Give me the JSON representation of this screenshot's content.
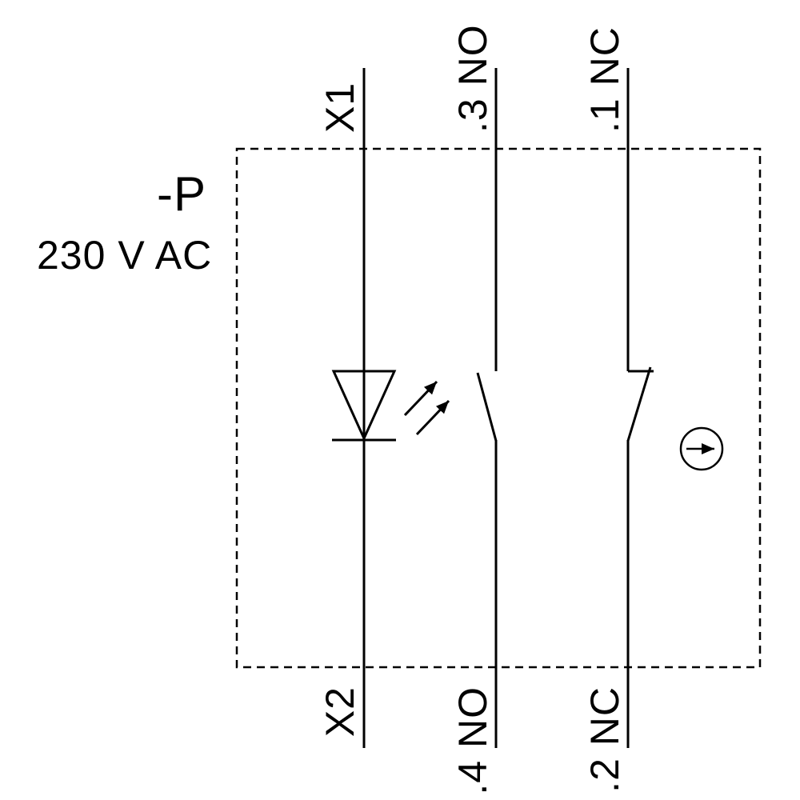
{
  "diagram": {
    "type": "electrical-schematic",
    "component": {
      "designation": "-P",
      "rating": "230 V AC"
    },
    "branches": [
      {
        "id": "lamp",
        "symbol": "led-indicator",
        "top_terminal": "X1",
        "bottom_terminal": "X2"
      },
      {
        "id": "normally-open-contact",
        "symbol": "no-contact",
        "top_terminal": ".3 NO",
        "bottom_terminal": ".4 NO"
      },
      {
        "id": "normally-closed-contact",
        "symbol": "nc-contact",
        "top_terminal": ".1 NC",
        "bottom_terminal": ".2 NC"
      }
    ],
    "icons": [
      "led-indicator-icon",
      "no-contact-icon",
      "nc-contact-icon",
      "actuator-arrow-icon"
    ],
    "colors": {
      "line": "#000000",
      "background": "#ffffff"
    }
  }
}
